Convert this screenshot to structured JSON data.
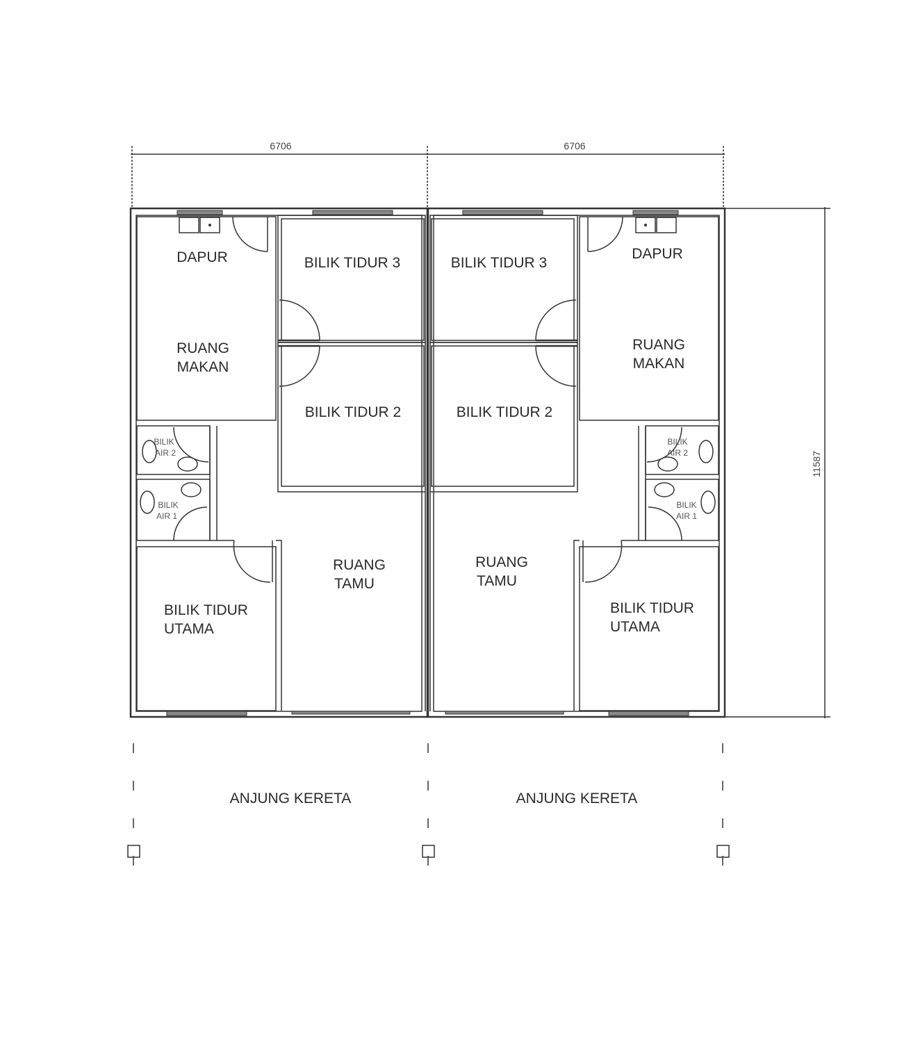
{
  "dimensions": {
    "width_left": "6706",
    "width_right": "6706",
    "depth": "11587"
  },
  "units": [
    {
      "dapur": "DAPUR",
      "ruang_makan": [
        "RUANG",
        "MAKAN"
      ],
      "bilik_tidur_3": "BILIK TIDUR 3",
      "bilik_tidur_2": "BILIK TIDUR 2",
      "bilik_air_2": [
        "BILIK",
        "AIR 2"
      ],
      "bilik_air_1": [
        "BILIK",
        "AIR 1"
      ],
      "bilik_tidur_utama": [
        "BILIK TIDUR",
        "UTAMA"
      ],
      "ruang_tamu": [
        "RUANG",
        "TAMU"
      ],
      "anjung_kereta": "ANJUNG KERETA"
    },
    {
      "dapur": "DAPUR",
      "ruang_makan": [
        "RUANG",
        "MAKAN"
      ],
      "bilik_tidur_3": "BILIK TIDUR 3",
      "bilik_tidur_2": "BILIK TIDUR 2",
      "bilik_air_2": [
        "BILIK",
        "AIR 2"
      ],
      "bilik_air_1": [
        "BILIK",
        "AIR 1"
      ],
      "bilik_tidur_utama": [
        "BILIK TIDUR",
        "UTAMA"
      ],
      "ruang_tamu": [
        "RUANG",
        "TAMU"
      ],
      "anjung_kereta": "ANJUNG KERETA"
    }
  ]
}
